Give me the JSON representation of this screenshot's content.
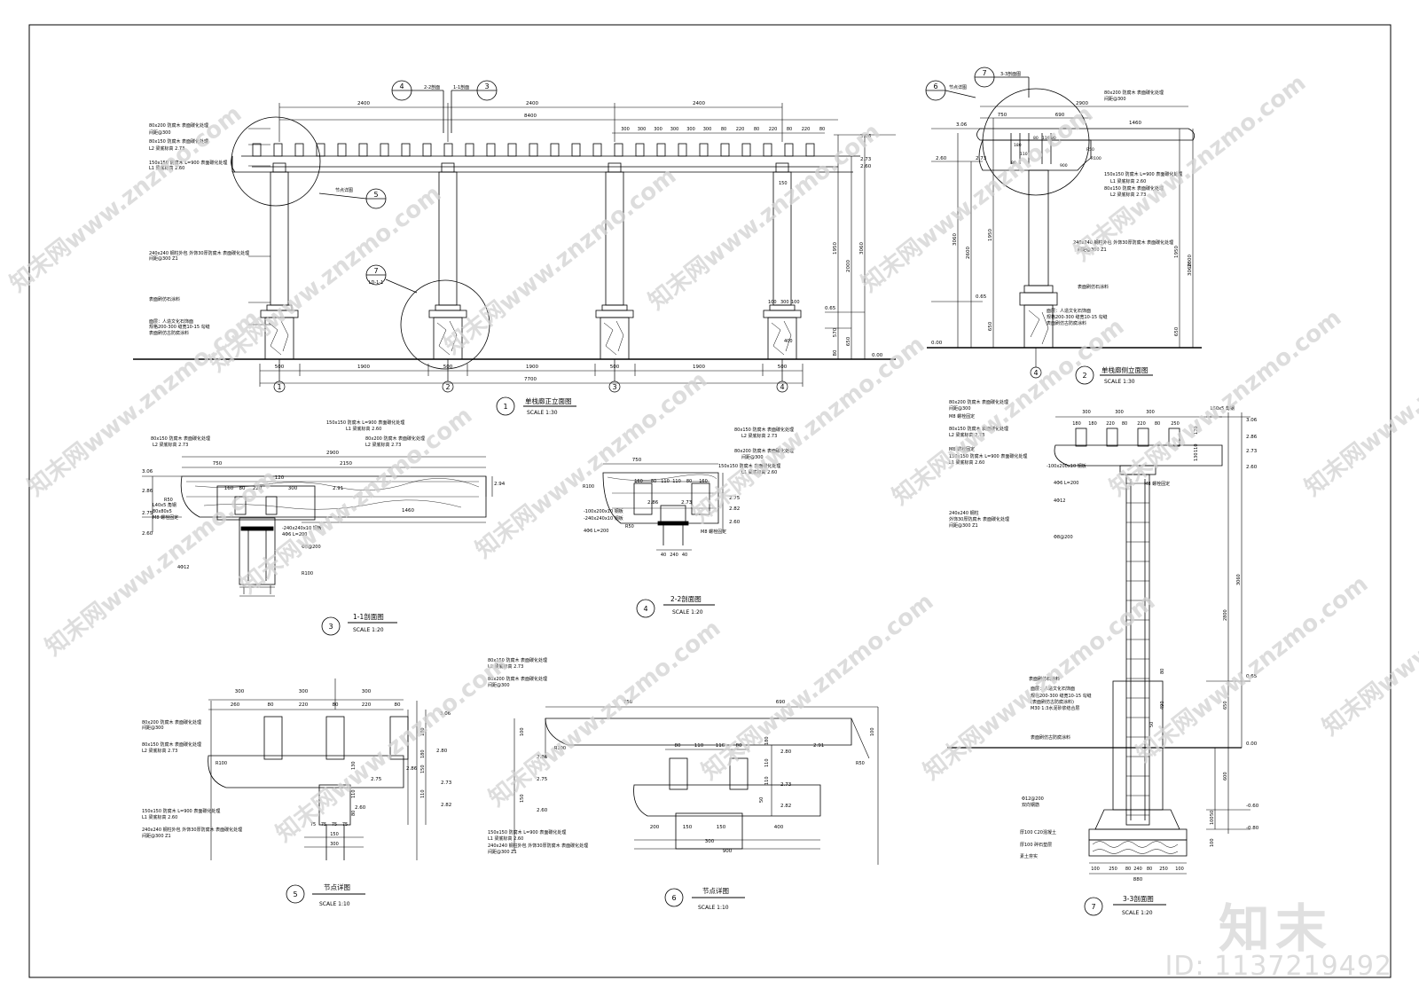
{
  "watermark": {
    "text": "知末网www.znzmo.com",
    "logo": "知末",
    "id_label": "ID: 1137219492",
    "color": "#d0d0d0"
  },
  "drawings": {
    "d1": {
      "no": "1",
      "title": "单栈廊正立面图",
      "scale": "SCALE 1:30",
      "axes": [
        "1",
        "2",
        "3",
        "4"
      ],
      "dims_top": [
        "2400",
        "2400",
        "2400"
      ],
      "dim_total": "8400",
      "dims_spacing": [
        "300",
        "300",
        "300",
        "300",
        "300",
        "300",
        "80",
        "220",
        "80",
        "220",
        "80",
        "220",
        "80"
      ],
      "dims_bottom": [
        "500",
        "1900",
        "500",
        "1900",
        "500",
        "1900",
        "500"
      ],
      "dim_bottom_total": "7700",
      "dims_right": [
        "1950",
        "2000",
        "3060",
        "570",
        "650",
        "80"
      ],
      "levels": [
        "3.06",
        "2.73",
        "2.60",
        "0.65",
        "0.00"
      ],
      "notes": [
        "80x200 防腐木 表面碳化处理",
        "间距@300",
        "80x150 防腐木 表面碳化处理",
        "L2 梁底标高 2.73",
        "150x150 防腐木 L=900 表面碳化处理",
        "L1 梁底标高 2.60",
        "240x240 钢柱外包 外饰30厚防腐木 表面碳化处理",
        "间距@300  Z1",
        "表面刷仿石涂料",
        "面层：人造文化石饰面",
        "规格200-300 缝宽10-15 勾缝",
        "表面刷仿古防腐涂料"
      ],
      "callouts": [
        {
          "n": "4",
          "t": "2-2剖面"
        },
        {
          "n": "3",
          "t": "1-1剖面"
        },
        {
          "n": "5",
          "t": "节点详图"
        },
        {
          "n": "7",
          "t": "LD-1-1"
        }
      ],
      "mini": [
        "150",
        "100",
        "300",
        "100",
        "400"
      ]
    },
    "d2": {
      "no": "2",
      "title": "单栈廊侧立面图",
      "scale": "SCALE 1:30",
      "axis": "4",
      "dims_top": [
        "750",
        "690",
        "1460"
      ],
      "dim_total": "2900",
      "dims_right": [
        "1950",
        "2800",
        "3060",
        "650"
      ],
      "dims_left": [
        "3060",
        "2600",
        "1950",
        "650"
      ],
      "levels": [
        "3.06",
        "2.60",
        "2.73",
        "0.65",
        "0.00"
      ],
      "notes": [
        "80x200 防腐木 表面碳化处理",
        "间距@300",
        "150x150 防腐木 L=900 表面碳化处理",
        "L1 梁底标高 2.60",
        "80x150 防腐木 表面碳化处理",
        "L2 梁底标高 2.73",
        "240x240 钢柱外包 外饰30厚防腐木 表面碳化处理",
        "间距@300  Z1",
        "表面刷仿石涂料",
        "面层：人造文化石饰面",
        "规格200-300 缝宽10-15 勾缝",
        "表面刷仿古防腐涂料"
      ],
      "callouts": [
        {
          "n": "6",
          "t": "节点详图"
        },
        {
          "n": "7",
          "t": "3-3剖面图"
        }
      ],
      "small": [
        "180",
        "110",
        "80",
        "R50",
        "R100",
        "900",
        "80",
        "110",
        "80"
      ]
    },
    "d3": {
      "no": "3",
      "title": "1-1剖面图",
      "scale": "SCALE 1:20",
      "dims": [
        "750",
        "2150",
        "2900",
        "1460",
        "160",
        "80",
        "220",
        "300",
        "120"
      ],
      "levels": [
        "3.06",
        "2.86",
        "2.75",
        "2.60",
        "2.94",
        "2.91"
      ],
      "notes": [
        "150x150 防腐木 L=900 表面碳化处理",
        "L1 梁底标高 2.60",
        "80x200 防腐木 表面碳化处理",
        "L2 梁底标高 2.73",
        "80x150 防腐木 表面碳化处理",
        "L2 梁底标高 2.73",
        "L40x5 角钢",
        "80x80x5",
        "M8 螺栓固定",
        "-240x240x10 钢板",
        "4Φ6 L=200",
        "Φ8@200",
        "4Φ12",
        "R100",
        "R50"
      ]
    },
    "d4": {
      "no": "4",
      "title": "2-2剖面图",
      "scale": "SCALE 1:20",
      "dims": [
        "750",
        "160",
        "80",
        "110",
        "110",
        "80",
        "160",
        "40",
        "240",
        "40"
      ],
      "levels": [
        "2.86",
        "2.73",
        "2.75",
        "2.82",
        "2.60"
      ],
      "notes": [
        "80x150 防腐木 表面碳化处理",
        "L2 梁底标高 2.73",
        "80x200 防腐木 表面碳化处理",
        "间距@300",
        "150x150 防腐木 表面碳化处理",
        "L1 梁底标高 2.60",
        "-100x200x10 钢板",
        "-240x240x10 钢板",
        "4Φ6 L=200",
        "M8 螺栓固定",
        "R100",
        "R50"
      ]
    },
    "d5": {
      "no": "5",
      "title": "节点详图",
      "scale": "SCALE 1:10",
      "dims_top": [
        "300",
        "300",
        "300"
      ],
      "dims_sub": [
        "260",
        "80",
        "220",
        "80",
        "220",
        "80"
      ],
      "dims_bottom": [
        "75",
        "75",
        "75",
        "75",
        "150",
        "300"
      ],
      "levels": [
        "3.06",
        "2.86",
        "2.75",
        "2.73",
        "2.82",
        "2.60",
        "2.80"
      ],
      "notes": [
        "80x200 防腐木 表面碳化处理",
        "间距@300",
        "80x150 防腐木 表面碳化处理",
        "L2 梁底标高 2.73",
        "150x150 防腐木 L=900 表面碳化处理",
        "L1 梁底标高 2.60",
        "240x240 钢柱外包 外饰30厚防腐木 表面碳化处理",
        "间距@300  Z1",
        "R100"
      ],
      "right_dims": [
        "180",
        "180",
        "130",
        "150",
        "110",
        "110",
        "80"
      ]
    },
    "d6": {
      "no": "6",
      "title": "节点详图",
      "scale": "SCALE 1:10",
      "dims_top": [
        "750",
        "690"
      ],
      "dims_mid": [
        "80",
        "110",
        "110",
        "80"
      ],
      "dims_bottom": [
        "200",
        "150",
        "150",
        "400",
        "300",
        "900"
      ],
      "levels": [
        "2.86",
        "2.75",
        "2.60",
        "2.80",
        "2.73",
        "2.82",
        "2.91"
      ],
      "notes": [
        "80x150 防腐木 表面碳化处理",
        "L2 梁底标高 2.73",
        "80x200 防腐木 表面碳化处理",
        "间距@300",
        "150x150 防腐木 L=900 表面碳化处理",
        "L1 梁底标高 2.60",
        "240x240 钢柱外包 外饰30厚防腐木 表面碳化处理",
        "间距@300  Z1",
        "R100",
        "R50"
      ],
      "right_dims": [
        "100",
        "180",
        "110",
        "110",
        "150",
        "50",
        "100"
      ]
    },
    "d7": {
      "no": "7",
      "title": "3-3剖面图",
      "scale": "SCALE 1:20",
      "dims_top": [
        "300",
        "300",
        "300",
        "180",
        "180",
        "220",
        "80",
        "220",
        "80",
        "250"
      ],
      "dims_bottom": [
        "100",
        "250",
        "80",
        "240",
        "80",
        "250",
        "100"
      ],
      "dim_bottom_total": "880",
      "dims_right": [
        "3060",
        "2800",
        "650",
        "600",
        "50",
        "100",
        "100",
        "130",
        "110",
        "120",
        "80",
        "50",
        "490"
      ],
      "levels": [
        "3.06",
        "2.86",
        "2.73",
        "2.60",
        "0.65",
        "0.00",
        "-0.60",
        "-0.80"
      ],
      "notes": [
        "80x200 防腐木 表面碳化处理",
        "间距@300",
        "M8 螺栓固定",
        "80x150 防腐木 表面碳化处理",
        "L2 梁底标高 2.73",
        "M8 螺栓固定",
        "150x150 防腐木 L=900 表面碳化处理",
        "L1 梁底标高 2.60",
        "-100x200x10 钢板",
        "4Φ6 L=200",
        "M8 螺栓固定",
        "240x240 钢柱",
        "外饰30厚防腐木 表面碳化处理",
        "间距@300  Z1",
        "4Φ12",
        "Φ8@200",
        "表面刷仿石涂料",
        "面层：人造文化石饰面",
        "规格200-300 缝宽10-15 勾缝",
        "(表面刷仿古防腐涂料)",
        "M30 1:3水泥砂浆结合层",
        "表面刷仿古防腐涂料",
        "Φ12@200",
        "双向钢筋",
        "厚100 C20混凝土",
        "厚100 碎石垫层",
        "素土夯实",
        "L50x5 角钢"
      ]
    }
  }
}
